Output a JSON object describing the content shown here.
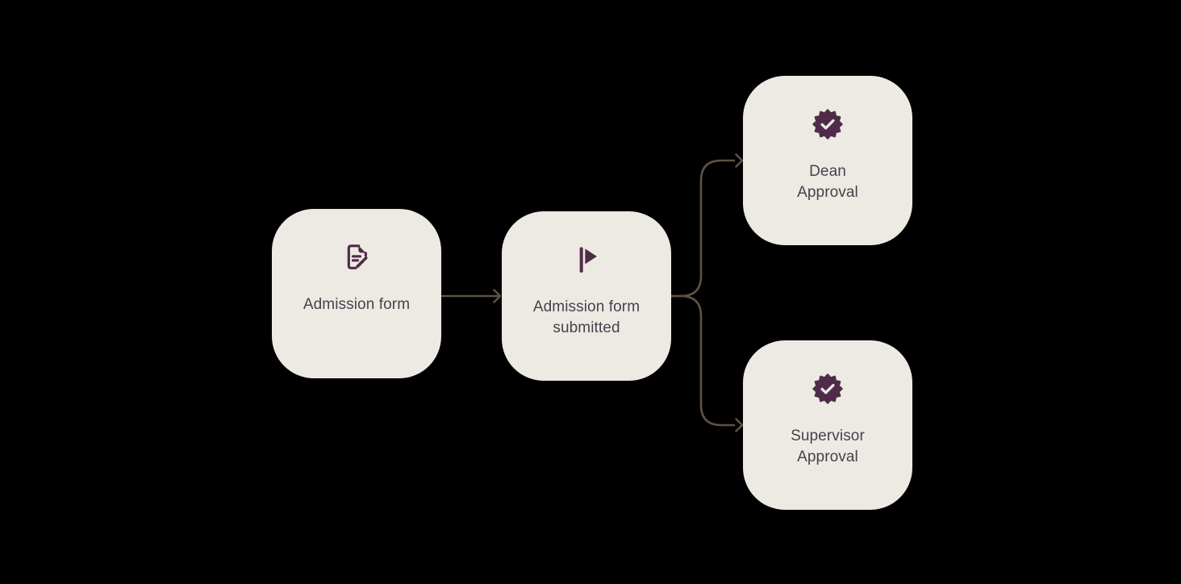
{
  "diagram": {
    "nodes": [
      {
        "id": "admission-form",
        "label": "Admission form",
        "icon": "document-edit-icon"
      },
      {
        "id": "admission-form-submitted",
        "label": "Admission form\nsubmitted",
        "icon": "flag-icon"
      },
      {
        "id": "dean-approval",
        "label": "Dean\nApproval",
        "icon": "badge-check-icon"
      },
      {
        "id": "supervisor-approval",
        "label": "Supervisor\nApproval",
        "icon": "badge-check-icon"
      }
    ],
    "edges": [
      {
        "from": "admission-form",
        "to": "admission-form-submitted"
      },
      {
        "from": "admission-form-submitted",
        "to": "dean-approval"
      },
      {
        "from": "admission-form-submitted",
        "to": "supervisor-approval"
      }
    ]
  },
  "colors": {
    "canvas_background": "#000000",
    "node_background": "#edeae4",
    "icon": "#4e2c49",
    "label_text": "#45434a",
    "connector": "#5e5245"
  }
}
